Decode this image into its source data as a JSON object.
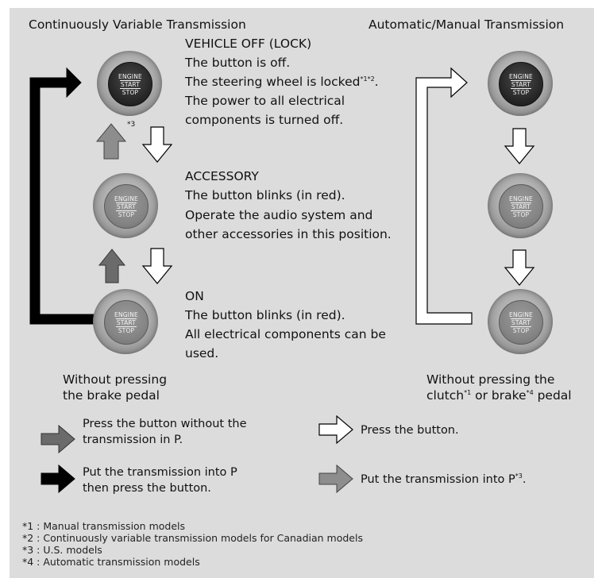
{
  "headers": {
    "cvt": "Continuously Variable Transmission",
    "am": "Automatic/Manual Transmission"
  },
  "button_legend": {
    "line1": "ENGINE",
    "line2": "START",
    "line3": "STOP"
  },
  "modes": {
    "off": {
      "title": "VEHICLE OFF (LOCK)",
      "line1": "The button is off.",
      "line2": "The steering wheel is locked",
      "line2_sup": "*1*2",
      "line2_end": ".",
      "line3": "The power to all electrical",
      "line4": "components is turned off."
    },
    "accessory": {
      "title": "ACCESSORY",
      "line1": "The button blinks (in red).",
      "line2": "Operate the audio system and",
      "line3": "other accessories in this position."
    },
    "on": {
      "title": "ON",
      "line1": "The button blinks (in red).",
      "line2": "All electrical components can be",
      "line3": "used."
    }
  },
  "gray_arrow_note": "*3",
  "captions": {
    "left1": "Without pressing",
    "left2": "the brake pedal",
    "right1": "Without pressing the",
    "right2a": "clutch",
    "right2a_sup": "*1",
    "right2b": " or brake",
    "right2b_sup": "*4",
    "right2c": " pedal"
  },
  "legend": {
    "dark_gray_1": "Press the button without the",
    "dark_gray_2": "transmission in P.",
    "white": "Press the button.",
    "black_1": "Put the transmission into P",
    "black_2": "then press the button.",
    "light_gray": "Put the transmission into P",
    "light_gray_sup": "*3",
    "light_gray_end": "."
  },
  "footnotes": [
    "*1 : Manual transmission models",
    "*2 : Continuously variable transmission models for Canadian models",
    "*3 : U.S. models",
    "*4 : Automatic transmission models"
  ],
  "colors": {
    "panel": "#dcdcdc",
    "black_arrow": "#000000",
    "white_arrow": "#ffffff",
    "dark_gray_arrow": "#6b6b6b",
    "light_gray_arrow": "#8d8d8d"
  }
}
